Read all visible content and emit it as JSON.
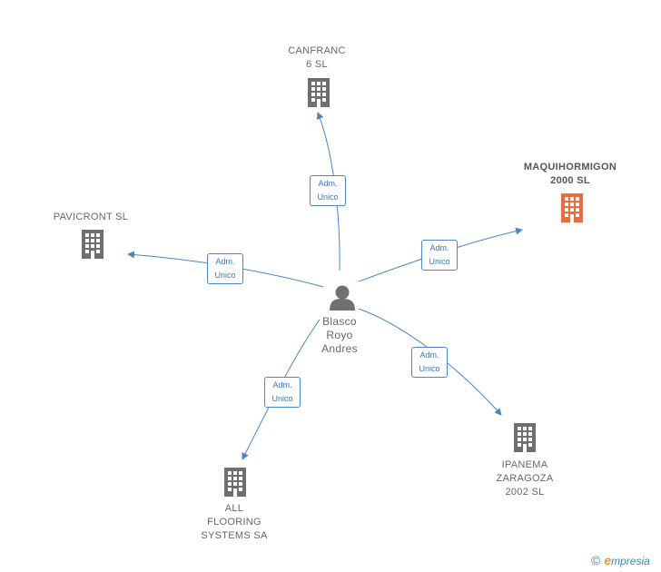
{
  "center": {
    "name": "Blasco\nRoyo\nAndres"
  },
  "companies": [
    {
      "id": "canfranc",
      "name": "CANFRANC\n6 SL",
      "highlight": false
    },
    {
      "id": "maquihormigon",
      "name": "MAQUIHORMIGON\n2000 SL",
      "highlight": true
    },
    {
      "id": "pavicront",
      "name": "PAVICRONT SL",
      "highlight": false
    },
    {
      "id": "ipanema",
      "name": "IPANEMA\nZARAGOZA\n2002 SL",
      "highlight": false
    },
    {
      "id": "all-flooring",
      "name": "ALL\nFLOORING\nSYSTEMS SA",
      "highlight": false
    }
  ],
  "relations": [
    {
      "target": "canfranc",
      "role_line1": "Adm.",
      "role_line2": "Unico"
    },
    {
      "target": "maquihormigon",
      "role_line1": "Adm.",
      "role_line2": "Unico"
    },
    {
      "target": "pavicront",
      "role_line1": "Adm.",
      "role_line2": "Unico"
    },
    {
      "target": "ipanema",
      "role_line1": "Adm.",
      "role_line2": "Unico"
    },
    {
      "target": "all-flooring",
      "role_line1": "Adm.",
      "role_line2": "Unico"
    }
  ],
  "colors": {
    "edge": "#4a86c8",
    "building": "#6f6f6f",
    "building_highlight": "#f06a3a",
    "person": "#707070"
  },
  "footer": {
    "copyright_symbol": "©",
    "brand_initial": "e",
    "brand_rest": "mpresia"
  }
}
